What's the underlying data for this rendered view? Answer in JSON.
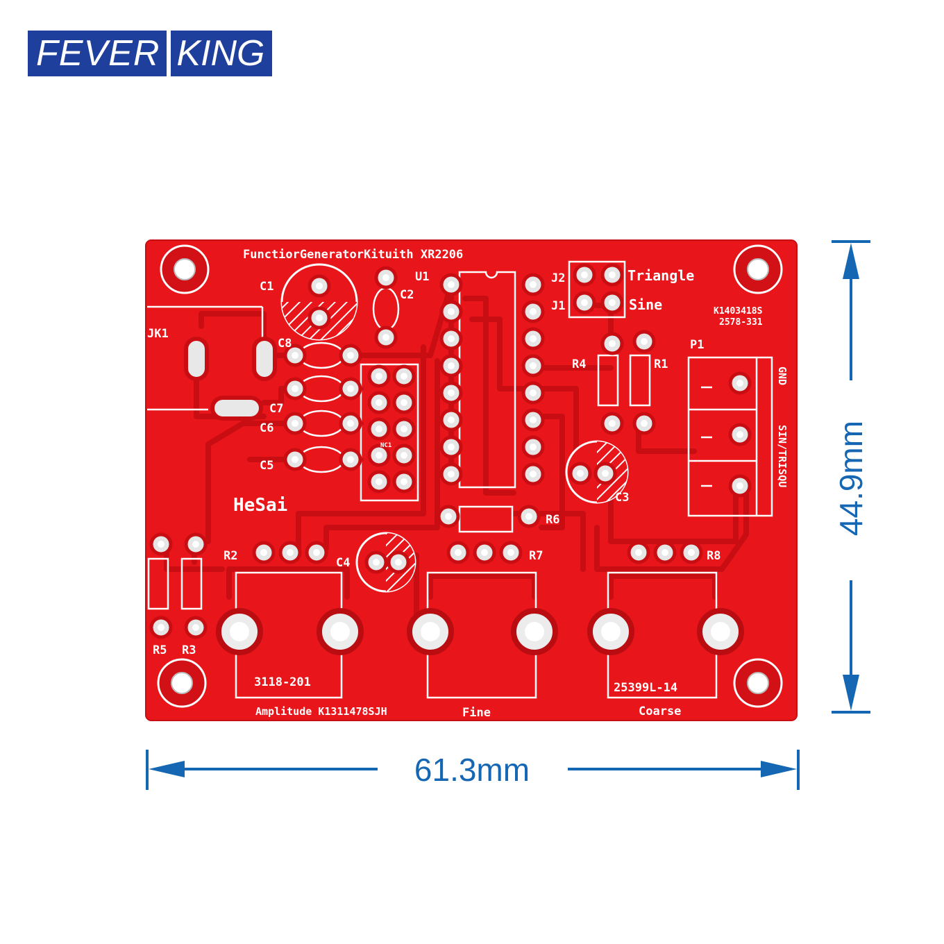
{
  "brand": {
    "part1": "FEVER",
    "part2": "KING",
    "color": "#1f3f9c"
  },
  "dimensions": {
    "width": "61.3mm",
    "height": "44.9mm",
    "color": "#1567b3"
  },
  "board": {
    "color": "#e8151b",
    "title": "FunctiorGeneratorKituith XR2206",
    "labels": {
      "c1": "C1",
      "c2": "C2",
      "u1": "U1",
      "j2": "J2",
      "j1": "J1",
      "triangle": "Triangle",
      "sine": "Sine",
      "code1": "K1403418S",
      "code2": "2578-331",
      "jk1": "JK1",
      "c8": "C8",
      "c7": "C7",
      "c6": "C6",
      "c5": "C5",
      "r4": "R4",
      "r1": "R1",
      "p1": "P1",
      "gnd": "GND",
      "sqw": "SIN/TRISQU",
      "hesai": "HeSai",
      "nc1": "NC1",
      "c3": "C3",
      "r6": "R6",
      "r2": "R2",
      "c4": "C4",
      "r7": "R7",
      "r8": "R8",
      "r5": "R5",
      "r3": "R3",
      "pot1": "3118-201",
      "pot3": "25399L-14",
      "amplitude": "Amplitude K1311478SJH",
      "fine": "Fine",
      "coarse": "Coarse"
    }
  }
}
